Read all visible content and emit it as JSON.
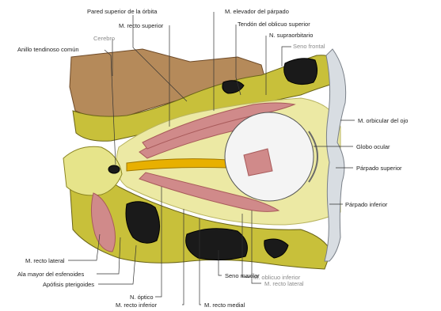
{
  "labels": {
    "pared_superior": "Pared superior de la órbita",
    "elevador": "M. elevador del párpado",
    "tendon_obliquo": "Tendón del oblicuo superior",
    "recto_superior": "M. recto superior",
    "supraorbitario": "N. supraorbitario",
    "cerebro": "Cerebro",
    "seno_frontal": "Seno frontal",
    "anillo": "Anillo tendinoso común",
    "orbicular": "M. orbicular del ojo",
    "globo": "Globo ocular",
    "parpado_superior": "Párpado superior",
    "parpado_inferior": "Párpado inferior",
    "recto_lateral": "M. recto lateral",
    "ala_mayor": "Ala mayor del esfenoides",
    "apofisis": "Apófisis pterigoides",
    "oblicuo_inferior": "M. oblicuo inferior",
    "recto_lateral_2": "M. recto lateral",
    "seno_maxilar": "Seno maxilar",
    "n_optico": "N. óptico",
    "recto_inferior": "M. recto inferior",
    "recto_medial": "M. recto medial"
  },
  "colors": {
    "bone": "#c8c03a",
    "bone_light": "#e6e48a",
    "fat": "#ece9a4",
    "brain": "#b58a5a",
    "muscle": "#d08a8a",
    "muscle_dark": "#a85a5a",
    "nerve": "#e8b000",
    "sinus": "#1a1a1a",
    "eye": "#f4f4f4",
    "skin": "#d8dde2"
  }
}
